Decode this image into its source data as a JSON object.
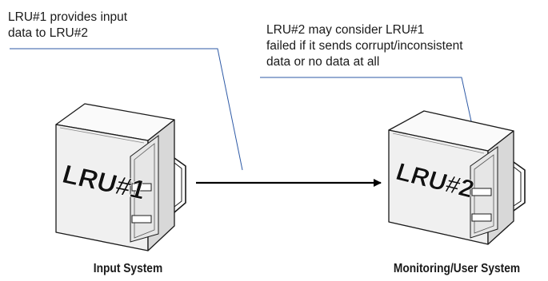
{
  "annotations": {
    "lru1_note": [
      "LRU#1 provides input",
      "data to LRU#2"
    ],
    "lru2_note": [
      "LRU#2 may consider LRU#1",
      "failed if it sends corrupt/inconsistent",
      "data or no data at all"
    ]
  },
  "units": {
    "lru1": {
      "label": "LRU#1",
      "caption": "Input System"
    },
    "lru2": {
      "label": "LRU#2",
      "caption": "Monitoring/User System"
    }
  },
  "colors": {
    "leader_line": "#2e5aa6",
    "box_face": "#f0f0f0",
    "box_top": "#fafafa",
    "box_side": "#d8d8d8",
    "outline": "#1a1a1a",
    "arrow": "#000000"
  }
}
